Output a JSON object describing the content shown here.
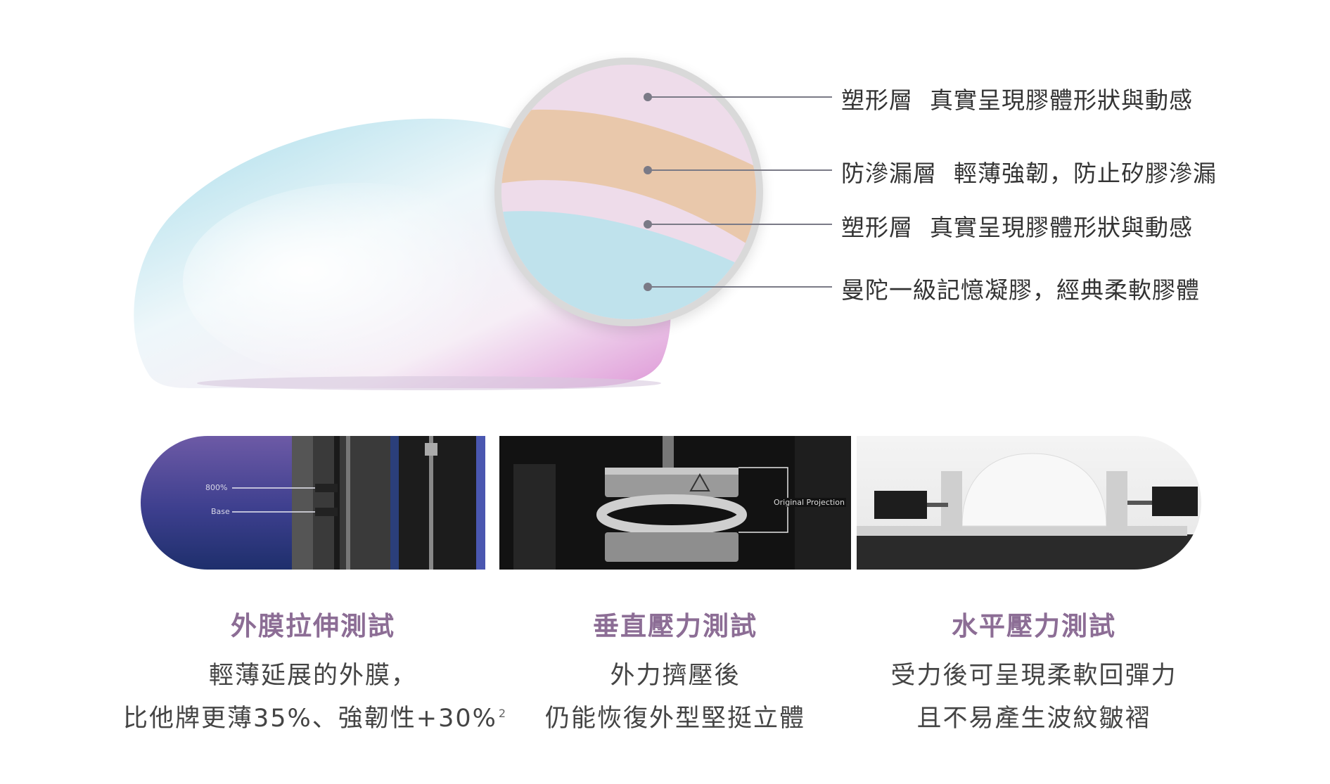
{
  "layers": [
    {
      "name": "塑形層",
      "desc": "真實呈現膠體形狀與動感"
    },
    {
      "name": "防滲漏層",
      "desc": "輕薄強韌，防止矽膠滲漏"
    },
    {
      "name": "塑形層",
      "desc": "真實呈現膠體形狀與動感"
    },
    {
      "name": "曼陀一級記憶凝膠，經典柔軟膠體",
      "desc": ""
    }
  ],
  "layer_colors": [
    "#eedcea",
    "#e9c8ab",
    "#eedcea",
    "#bfe2ec"
  ],
  "tests": [
    {
      "title": "外膜拉伸測試",
      "line1": "輕薄延展的外膜，",
      "line2": "比他牌更薄35%、強韌性+30%",
      "footnote": "2",
      "photo_labels": [
        "800%",
        "Base"
      ]
    },
    {
      "title": "垂直壓力測試",
      "line1": "外力擠壓後",
      "line2": "仍能恢復外型堅挺立體",
      "photo_labels": [
        "Original Projection"
      ]
    },
    {
      "title": "水平壓力測試",
      "line1": "受力後可呈現柔軟回彈力",
      "line2": "且不易產生波紋皺褶"
    }
  ],
  "accent": "#8c6d95"
}
